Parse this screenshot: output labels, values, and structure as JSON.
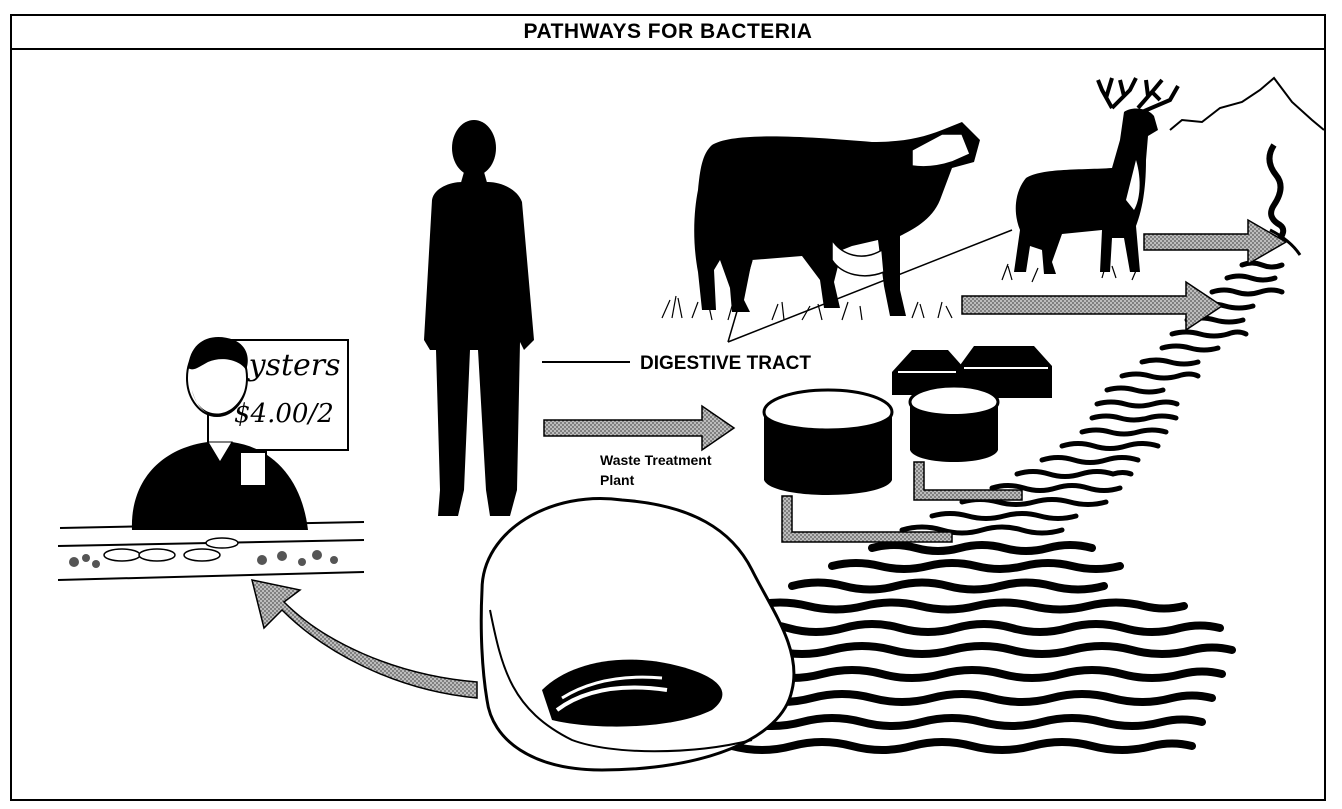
{
  "title": "PATHWAYS FOR BACTERIA",
  "labels": {
    "digestive_tract": "DIGESTIVE TRACT",
    "waste_treatment_line1": "Waste Treatment",
    "waste_treatment_line2": "Plant"
  },
  "sign": {
    "line1": "Oysters",
    "line2": "$4.00/2"
  },
  "colors": {
    "ink": "#000000",
    "arrow_fill": "#9a9a9a",
    "background": "#ffffff"
  },
  "icons": [
    "person-silhouette-icon",
    "cow-icon",
    "deer-icon",
    "mountain-icon",
    "river-icon",
    "treatment-plant-icon",
    "oyster-icon",
    "vendor-icon"
  ]
}
